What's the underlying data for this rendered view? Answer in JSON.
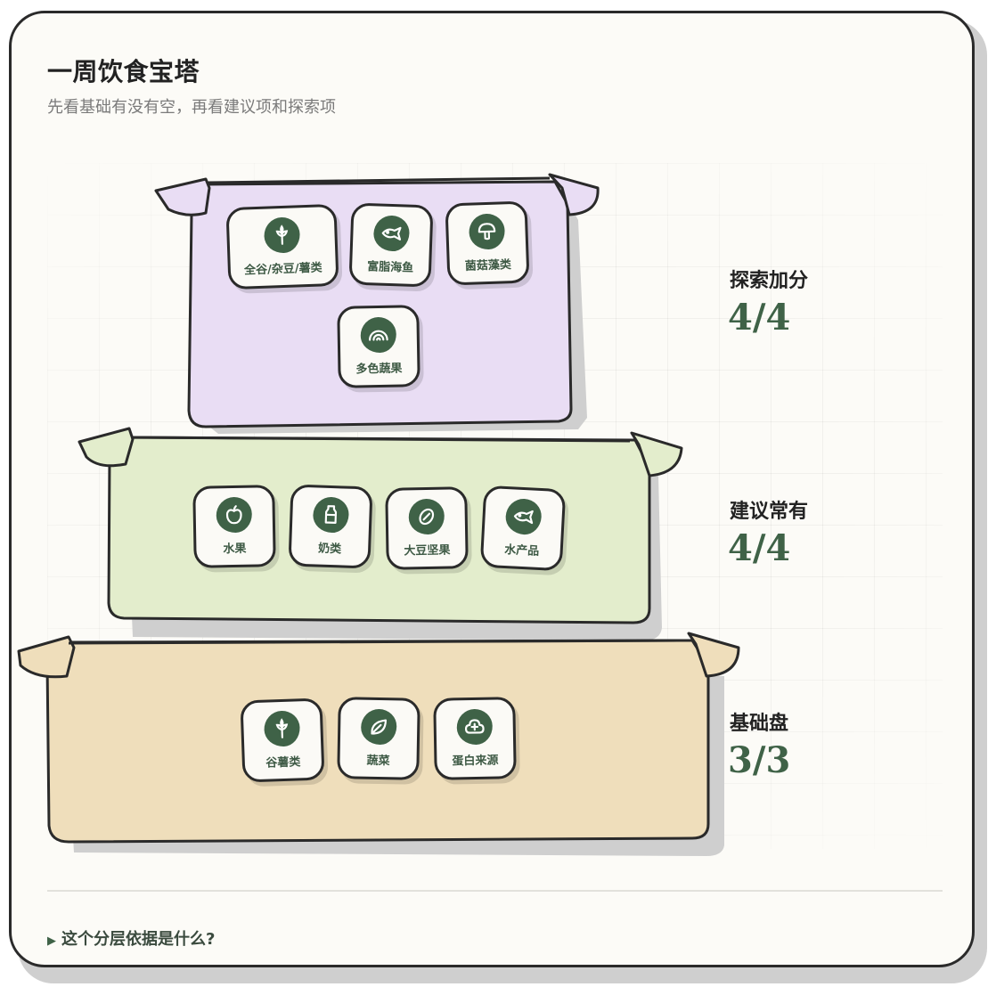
{
  "page": {
    "title": "一周饮食宝塔",
    "subtitle": "先看基础有没有空，再看建议项和探索项"
  },
  "colors": {
    "explore_fill": "#e9ddf4",
    "suggest_fill": "#e3edcc",
    "base_fill": "#efdebb",
    "accent": "#3f6247",
    "card_bg": "#fcfbf7"
  },
  "tiers": {
    "explore": {
      "name": "探索加分",
      "score": "4/4",
      "items": [
        {
          "label": "全谷/杂豆/薯类",
          "icon": "grain-icon"
        },
        {
          "label": "富脂海鱼",
          "icon": "fish-icon"
        },
        {
          "label": "菌菇藻类",
          "icon": "mushroom-icon"
        },
        {
          "label": "多色蔬果",
          "icon": "rainbow-icon"
        }
      ]
    },
    "suggest": {
      "name": "建议常有",
      "score": "4/4",
      "items": [
        {
          "label": "水果",
          "icon": "apple-icon"
        },
        {
          "label": "奶类",
          "icon": "milk-bottle-icon"
        },
        {
          "label": "大豆坚果",
          "icon": "bean-icon"
        },
        {
          "label": "水产品",
          "icon": "fish-icon"
        }
      ]
    },
    "base": {
      "name": "基础盘",
      "score": "3/3",
      "items": [
        {
          "label": "谷薯类",
          "icon": "grain-icon"
        },
        {
          "label": "蔬菜",
          "icon": "leaf-icon"
        },
        {
          "label": "蛋白来源",
          "icon": "protein-plus-icon"
        }
      ]
    }
  },
  "faq": {
    "label": "这个分层依据是什么?"
  }
}
